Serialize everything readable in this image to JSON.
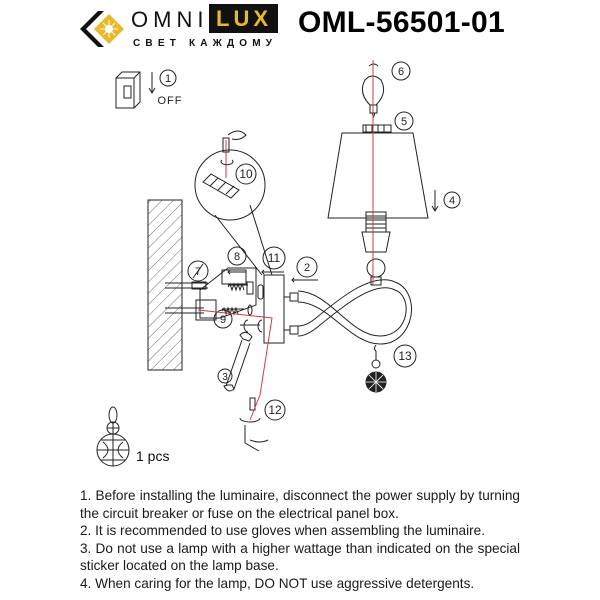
{
  "header": {
    "brand_left": "OMNI",
    "brand_right": "LUX",
    "tagline": "СВЕТ КАЖДОМУ",
    "model": "OML-56501-01",
    "colors": {
      "brand_accent": "#e8b92a",
      "brand_dark": "#111111"
    }
  },
  "diagram": {
    "callouts": [
      {
        "num": "1",
        "text": "OFF",
        "part": "circuit-breaker"
      },
      {
        "num": "2",
        "part": "wall-plate-screw"
      },
      {
        "num": "3",
        "part": "wrench"
      },
      {
        "num": "4",
        "part": "lampshade"
      },
      {
        "num": "5",
        "part": "shade-ring"
      },
      {
        "num": "6",
        "part": "bulb"
      },
      {
        "num": "7",
        "part": "wall-anchor"
      },
      {
        "num": "8",
        "part": "mounting-bracket-screws"
      },
      {
        "num": "9",
        "part": "bracket-screw"
      },
      {
        "num": "10",
        "part": "terminal-block"
      },
      {
        "num": "11",
        "part": "wall-plate"
      },
      {
        "num": "12",
        "part": "cable-connection"
      },
      {
        "num": "13",
        "part": "crystal-pendant"
      }
    ],
    "accessory_quantity": "1 pcs",
    "colors": {
      "guide_line": "#c9404a",
      "line": "#222222"
    }
  },
  "notes": [
    "1. Before installing the luminaire, disconnect the power supply by turning the circuit breaker or fuse on the electrical panel box.",
    "2. It is recommended to use gloves when assembling the luminaire.",
    "3. Do not use a lamp with a higher wattage than indicated on the special sticker located on the lamp base.",
    "4. When caring for the lamp, DO NOT use aggressive detergents."
  ]
}
